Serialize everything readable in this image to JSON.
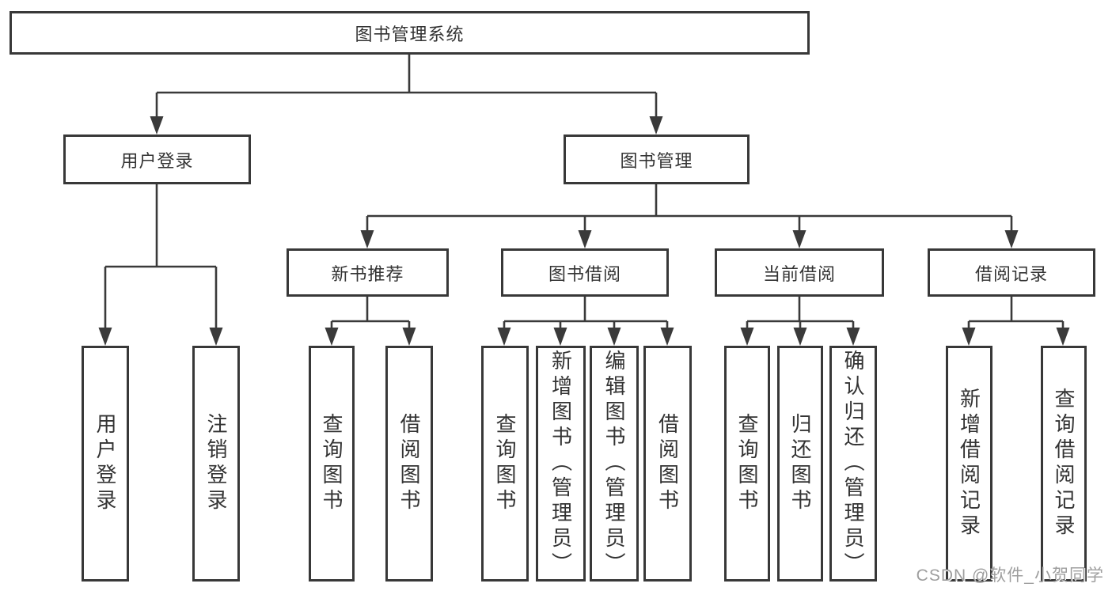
{
  "diagram": {
    "root": {
      "label": "图书管理系统"
    },
    "branches": [
      {
        "label": "用户登录",
        "children": [
          {
            "label": "用户登录"
          },
          {
            "label": "注销登录"
          }
        ]
      },
      {
        "label": "图书管理",
        "children": [
          {
            "label": "新书推荐",
            "children": [
              {
                "label": "查询图书"
              },
              {
                "label": "借阅图书"
              }
            ]
          },
          {
            "label": "图书借阅",
            "children": [
              {
                "label": "查询图书"
              },
              {
                "label": "新增图书（管理员）"
              },
              {
                "label": "编辑图书（管理员）"
              },
              {
                "label": "借阅图书"
              }
            ]
          },
          {
            "label": "当前借阅",
            "children": [
              {
                "label": "查询图书"
              },
              {
                "label": "归还图书"
              },
              {
                "label": "确认归还（管理员）"
              }
            ]
          },
          {
            "label": "借阅记录",
            "children": [
              {
                "label": "新增借阅记录"
              },
              {
                "label": "查询借阅记录"
              }
            ]
          }
        ]
      }
    ],
    "watermark": "CSDN @软件_小贺同学",
    "colors": {
      "line": "#3a3a3a",
      "border": "#383838",
      "text": "#333333",
      "watermark_text": "#9e9e9e",
      "background": "#ffffff"
    }
  }
}
